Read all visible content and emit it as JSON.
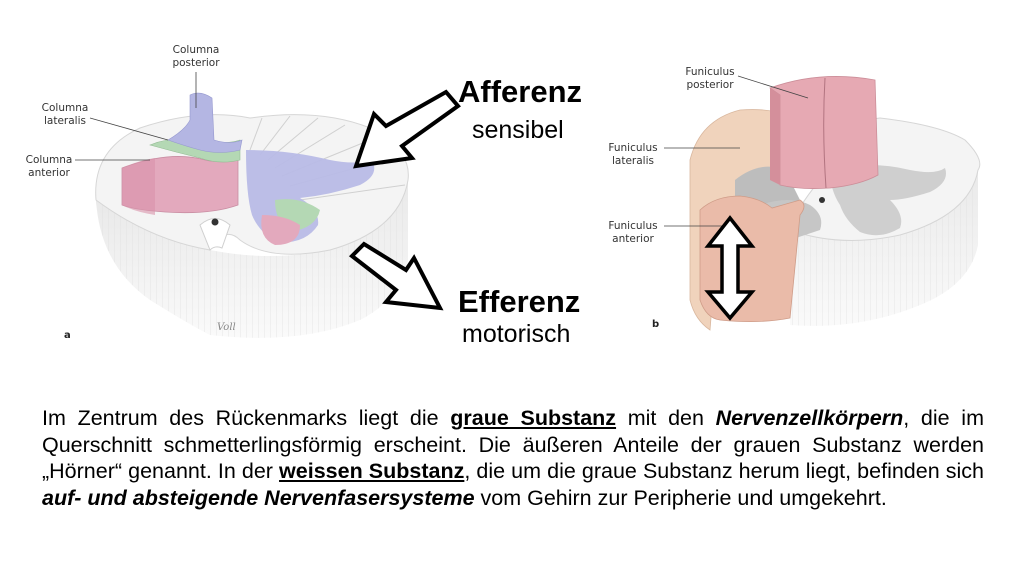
{
  "figure_a": {
    "panel_label": "a",
    "labels": {
      "columna_posterior": [
        "Columna",
        "posterior"
      ],
      "columna_lateralis": [
        "Columna",
        "lateralis"
      ],
      "columna_anterior": [
        "Columna",
        "anterior"
      ]
    },
    "signature": "Voll"
  },
  "figure_b": {
    "panel_label": "b",
    "labels": {
      "funiculus_posterior": [
        "Funiculus",
        "posterior"
      ],
      "funiculus_lateralis": [
        "Funiculus",
        "lateralis"
      ],
      "funiculus_anterior": [
        "Funiculus",
        "anterior"
      ]
    }
  },
  "afferenz": {
    "title": "Afferenz",
    "subtitle": "sensibel"
  },
  "efferenz": {
    "title": "Efferenz",
    "subtitle": "motorisch"
  },
  "paragraph": {
    "p1": "Im Zentrum des Rückenmarks liegt die ",
    "graue_substanz": "graue Substanz",
    "p2": " mit den ",
    "nervenzellkoerpern": "Nervenzellkörpern",
    "p3": ", die im Querschnitt schmetterlingsförmig erscheint. Die äußeren Anteile der grauen Substanz werden „Hörner“ genannt. In der ",
    "weissen_substanz": "weissen Substanz",
    "p4": ", die um die graue Substanz herum liegt, befinden sich ",
    "nervenfasersysteme": "auf- und absteigende Nervenfasersysteme",
    "p5": " vom Gehirn zur Peripherie und umgekehrt."
  },
  "colors": {
    "white_matter": "#f2f2f2",
    "posterior_horn": "#b4b6e3",
    "lateral_horn": "#b4d8b4",
    "anterior_horn": "#e3a9bd",
    "funiculus_posterior": "#e6a9b3",
    "funiculus_lateralis": "#f0d3bc",
    "funiculus_anterior": "#eabba9",
    "grey_matter": "#cfcfcf"
  }
}
